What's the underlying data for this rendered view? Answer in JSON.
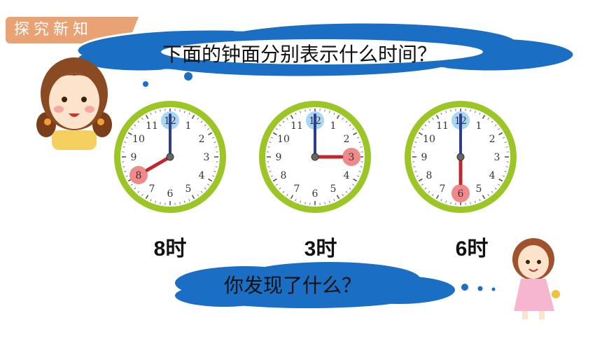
{
  "section_tag": "探究新知",
  "question_top": "下面的钟面分别表示什么时间？",
  "question_bottom": "你发现了什么？",
  "clocks": [
    {
      "label": "8时",
      "hour": 8
    },
    {
      "label": "3时",
      "hour": 3
    },
    {
      "label": "6时",
      "hour": 6
    }
  ],
  "numerals": [
    "12",
    "1",
    "2",
    "3",
    "4",
    "5",
    "6",
    "7",
    "8",
    "9",
    "10",
    "11"
  ],
  "colors": {
    "cloud": "#1a6fc4",
    "rim": "#9cc526",
    "hour_hand": "#c0282d",
    "minute_hand": "#2b3f8c",
    "highlight_red": "#f08a8a",
    "highlight_blue": "#a9d6f5",
    "tag": "#e9a274"
  }
}
